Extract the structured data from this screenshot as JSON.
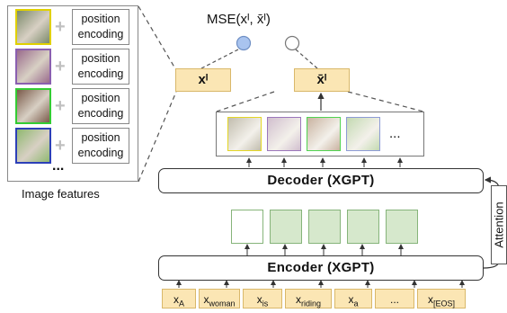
{
  "image_features": {
    "rows": [
      {
        "position_label": "position\nencoding",
        "frame_color": "#e0d000"
      },
      {
        "position_label": "position\nencoding",
        "frame_color": "#8a5fb0"
      },
      {
        "position_label": "position\nencoding",
        "frame_color": "#33cc33"
      },
      {
        "position_label": "position\nencoding",
        "frame_color": "#2c3fb8"
      }
    ],
    "ellipsis": "...",
    "caption": "Image features"
  },
  "loss": {
    "label": "MSE(xᴵ, x̄ᴵ)"
  },
  "vectors": {
    "original_label": "xᴵ",
    "reconstructed_label": "x̄ᴵ"
  },
  "reconstruction": {
    "frame_colors": [
      "#e0d000",
      "#8a5fb0",
      "#33cc33",
      "#7a8ad0"
    ],
    "ellipsis": "..."
  },
  "decoder": {
    "label": "Decoder (XGPT)"
  },
  "encoder": {
    "label": "Encoder (XGPT)"
  },
  "attention": {
    "label": "Attention"
  },
  "hidden_states": {
    "count": 5,
    "first_white": true
  },
  "tokens": [
    {
      "base": "x",
      "sub": "A"
    },
    {
      "base": "x",
      "sub": "woman"
    },
    {
      "base": "x",
      "sub": "is"
    },
    {
      "base": "x",
      "sub": "riding"
    },
    {
      "base": "x",
      "sub": "a"
    },
    {
      "base": "...",
      "sub": ""
    },
    {
      "base": "x",
      "sub": "[EOS]"
    }
  ],
  "colors": {
    "yellow_fill": "#fbe6b4",
    "green_fill": "#d6e8cc",
    "blue_node": "#a9c4ef",
    "white_node": "#ffffff"
  }
}
